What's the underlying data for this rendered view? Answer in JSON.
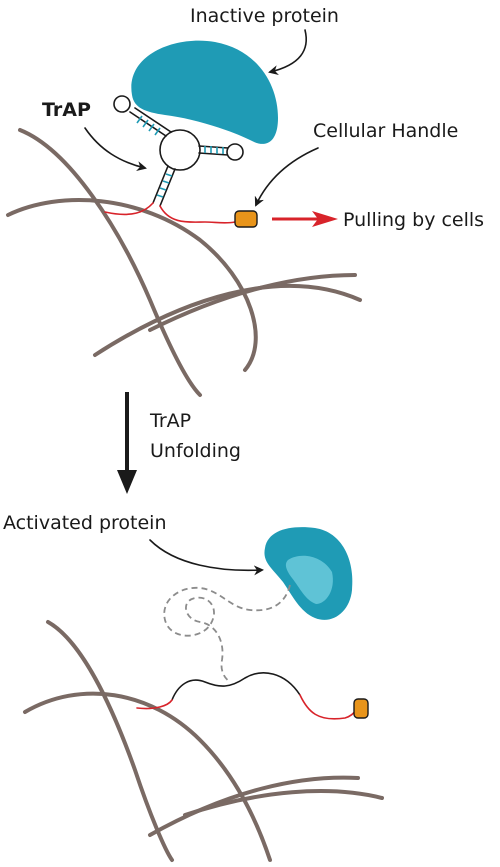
{
  "colors": {
    "fiber": "#7a6a64",
    "protein": "#1f9bb5",
    "protein_light": "#5fc3d6",
    "handle": "#e8941a",
    "linker": "#d8232a",
    "pull_arrow": "#d8232a",
    "dashed": "#8c8c8c",
    "text": "#1a1a1a"
  },
  "top_panel": {
    "label_inactive_protein": "Inactive protein",
    "label_trap": "TrAP",
    "label_cellular_handle": "Cellular Handle",
    "label_pulling": "Pulling by cells"
  },
  "transition": {
    "line1": "TrAP",
    "line2": "Unfolding"
  },
  "bottom_panel": {
    "label_activated_protein": "Activated protein"
  }
}
